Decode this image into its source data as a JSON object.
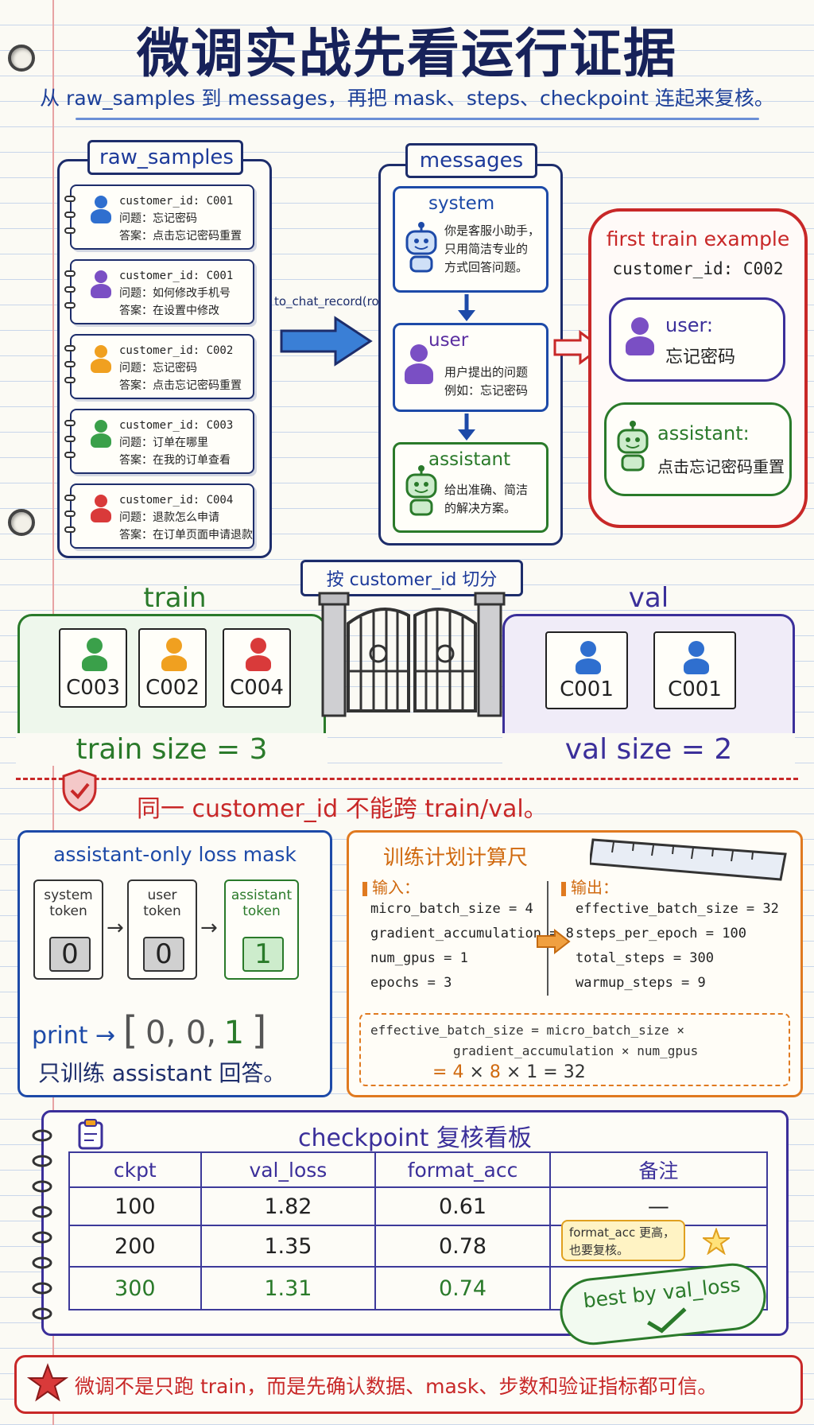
{
  "header": {
    "title": "微调实战先看运行证据",
    "subtitle": "从 raw_samples 到 messages，再把 mask、steps、checkpoint 连起来复核。"
  },
  "raw_samples": {
    "label": "raw_samples",
    "items": [
      {
        "customer_id": "customer_id: C001",
        "question": "问题：忘记密码",
        "answer": "答案：点击忘记密码重置",
        "color": "#2f6fcf"
      },
      {
        "customer_id": "customer_id: C001",
        "question": "问题：如何修改手机号",
        "answer": "答案：在设置中修改",
        "color": "#7a4fc4"
      },
      {
        "customer_id": "customer_id: C002",
        "question": "问题：忘记密码",
        "answer": "答案：点击忘记密码重置",
        "color": "#f0a020"
      },
      {
        "customer_id": "customer_id: C003",
        "question": "问题：订单在哪里",
        "answer": "答案：在我的订单查看",
        "color": "#3aa04a"
      },
      {
        "customer_id": "customer_id: C004",
        "question": "问题：退款怎么申请",
        "answer": "答案：在订单页面申请退款",
        "color": "#d93a3a"
      }
    ]
  },
  "transform": {
    "label": "to_chat_record(row)"
  },
  "messages": {
    "label": "messages",
    "system": {
      "role": "system",
      "line1": "你是客服小助手，",
      "line2": "只用简洁专业的",
      "line3": "方式回答问题。"
    },
    "user": {
      "role": "user",
      "line1": "用户提出的问题",
      "line2": "例如：忘记密码"
    },
    "assistant": {
      "role": "assistant",
      "line1": "给出准确、简洁",
      "line2": "的解决方案。"
    }
  },
  "first_example": {
    "title": "first train example",
    "customer_id": "customer_id: C002",
    "user_label": "user:",
    "user_text": "忘记密码",
    "assistant_label": "assistant:",
    "assistant_text": "点击忘记密码重置"
  },
  "split": {
    "label": "按 customer_id 切分",
    "train_title": "train",
    "val_title": "val",
    "train_ids": [
      "C003",
      "C002",
      "C004"
    ],
    "train_colors": [
      "#3aa04a",
      "#f0a020",
      "#d93a3a"
    ],
    "val_ids": [
      "C001",
      "C001"
    ],
    "train_size": "train  size = 3",
    "val_size": "val  size = 2"
  },
  "warning": {
    "text": "同一 customer_id 不能跨 train/val。"
  },
  "mask": {
    "title": "assistant-only loss mask",
    "tokens": [
      {
        "label1": "system",
        "label2": "token",
        "value": "0"
      },
      {
        "label1": "user",
        "label2": "token",
        "value": "0"
      },
      {
        "label1": "assistant",
        "label2": "token",
        "value": "1"
      }
    ],
    "print_label": "print →",
    "print_l": "[",
    "print_v": "0,  0,",
    "print_one": "1",
    "print_r": "]",
    "note": "只训练 assistant 回答。"
  },
  "plan": {
    "title": "训练计划计算尺",
    "input_label": "输入：",
    "output_label": "输出：",
    "inputs": [
      "micro_batch_size = 4",
      "gradient_accumulation = 8",
      "num_gpus = 1",
      "epochs = 3"
    ],
    "outputs": [
      "effective_batch_size = 32",
      "steps_per_epoch = 100",
      "total_steps  =  300",
      "warmup_steps  =  9"
    ],
    "formula_line1": "effective_batch_size  =  micro_batch_size  ×",
    "formula_line2": "gradient_accumulation  ×  num_gpus",
    "f_eq": "=",
    "f_4": "4",
    "f_x1": "×",
    "f_8": "8",
    "f_tail": "×  1  =  32"
  },
  "checkpoint": {
    "title": "checkpoint 复核看板",
    "headers": [
      "ckpt",
      "val_loss",
      "format_acc",
      "备注"
    ],
    "rows": [
      [
        "100",
        "1.82",
        "0.61",
        "—"
      ],
      [
        "200",
        "1.35",
        "0.78",
        ""
      ],
      [
        "300",
        "1.31",
        "0.74",
        ""
      ]
    ],
    "note_line1": "format_acc 更高，",
    "note_line2": "也要复核。",
    "stamp": "best by val_loss"
  },
  "footer": {
    "text": "微调不是只跑 train，而是先确认数据、mask、步数和验证指标都可信。"
  }
}
